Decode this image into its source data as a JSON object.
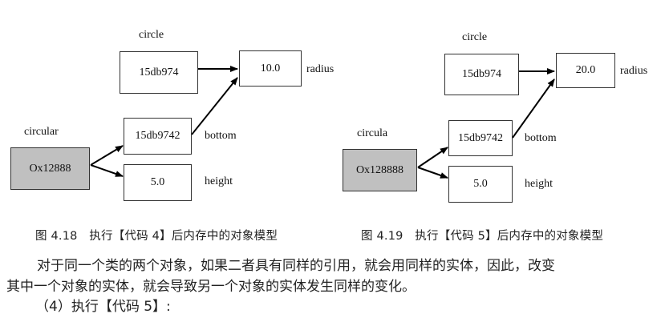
{
  "figures": [
    {
      "id": "fig-4-18",
      "circle_label": "circle",
      "circle_ref": "15db974",
      "radius_value": "10.0",
      "radius_label": "radius",
      "object_label": "circular",
      "object_address": "Ox12888",
      "bottom_ref": "15db9742",
      "bottom_label": "bottom",
      "height_value": "5.0",
      "height_label": "height",
      "caption": "图 4.18　执行【代码 4】后内存中的对象模型"
    },
    {
      "id": "fig-4-19",
      "circle_label": "circle",
      "circle_ref": "15db974",
      "radius_value": "20.0",
      "radius_label": "radius",
      "object_label": "circula",
      "object_address": "Ox128888",
      "bottom_ref": "15db9742",
      "bottom_label": "bottom",
      "height_value": "5.0",
      "height_label": "height",
      "caption": "图 4.19　执行【代码 5】后内存中的对象模型"
    }
  ],
  "body": {
    "paragraph_line1": "对于同一个类的两个对象，如果二者具有同样的引用，就会用同样的实体，因此，改变",
    "paragraph_line2": "其中一个对象的实体，就会导致另一个对象的实体发生同样的变化。",
    "step_line": "（4）执行【代码 5】:"
  },
  "colors": {
    "object_fill": "#c0c0c0",
    "border": "#333333",
    "text": "#111111"
  }
}
